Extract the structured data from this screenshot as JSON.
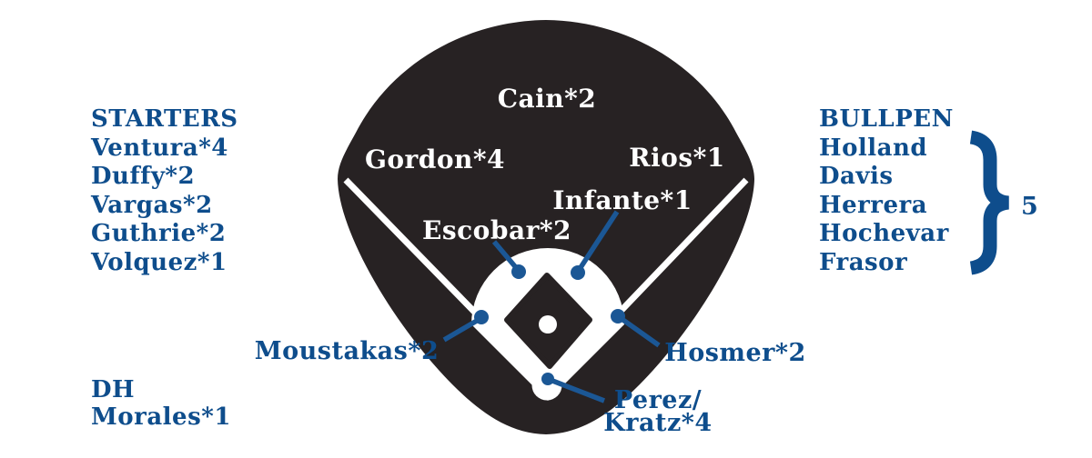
{
  "colors": {
    "field_dark": "#272223",
    "blue_text": "#0e4d8c",
    "blue_line": "#1b5795",
    "white": "#ffffff"
  },
  "left_panel": {
    "starters_heading": "STARTERS",
    "starters": [
      "Ventura*4",
      "Duffy*2",
      "Vargas*2",
      "Guthrie*2",
      "Volquez*1"
    ],
    "dh_heading": "DH",
    "dh_player": "Morales*1"
  },
  "right_panel": {
    "bullpen_heading": "BULLPEN",
    "bullpen": [
      "Holland",
      "Davis",
      "Herrera",
      "Hochevar",
      "Frasor"
    ],
    "brace_count": "5"
  },
  "field": {
    "center_field": "Cain*2",
    "left_field": "Gordon*4",
    "right_field": "Rios*1",
    "second_base": "Infante*1",
    "shortstop": "Escobar*2",
    "third_base": "Moustakas*2",
    "first_base": "Hosmer*2",
    "catcher_line1": "Perez/",
    "catcher_line2": "Kratz*4"
  }
}
